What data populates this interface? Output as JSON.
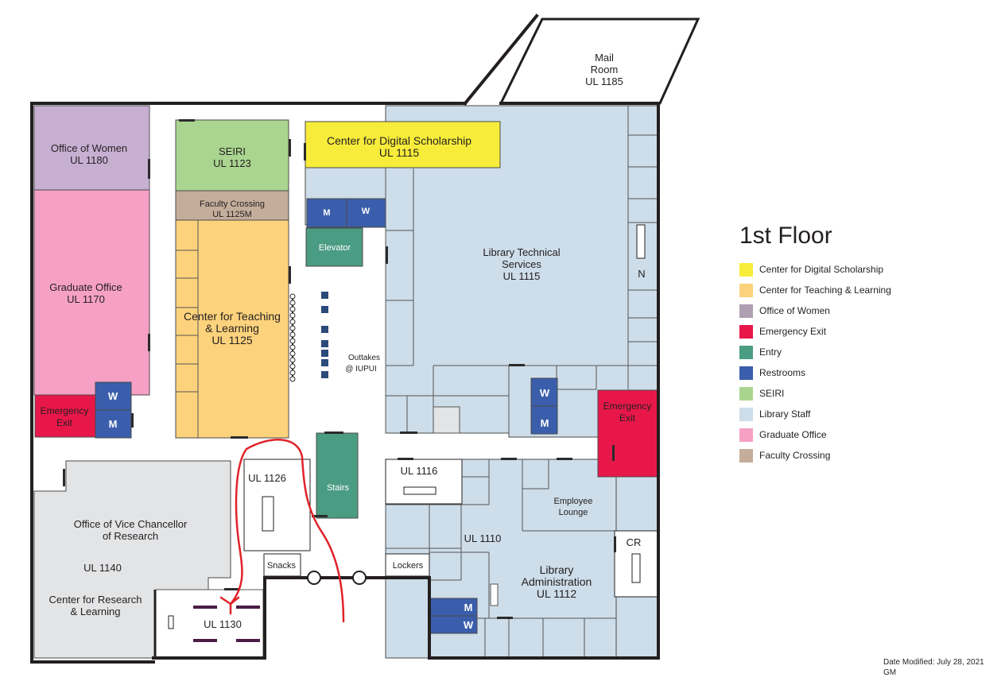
{
  "floor_title": "1st Floor",
  "colors": {
    "digital_scholarship": "#f7ec3a",
    "teaching_learning": "#fdd27c",
    "office_women": "#c7afd2",
    "emergency_exit": "#e8174a",
    "entry": "#4a9c82",
    "restrooms": "#3a5eab",
    "seiri": "#aad590",
    "library_staff": "#cddde9",
    "graduate_office": "#f5a0c4",
    "faculty_crossing": "#c4ad9b",
    "ocvr_gray": "#e3e4e5",
    "annotation_red": "#e0232a"
  },
  "legend": [
    {
      "label": "Center for Digital Scholarship",
      "color": "#f7ec3a"
    },
    {
      "label": "Center for Teaching & Learning",
      "color": "#fdd27c"
    },
    {
      "label": "Office of Women",
      "color": "#ae9fb2"
    },
    {
      "label": "Emergency Exit",
      "color": "#e8174a"
    },
    {
      "label": "Entry",
      "color": "#4a9c82"
    },
    {
      "label": "Restrooms",
      "color": "#3a5eab"
    },
    {
      "label": "SEIRI",
      "color": "#aad590"
    },
    {
      "label": "Library Staff",
      "color": "#cddde9"
    },
    {
      "label": "Graduate Office",
      "color": "#f5a0c4"
    },
    {
      "label": "Faculty Crossing",
      "color": "#c4ad9b"
    }
  ],
  "rooms": {
    "mail_room": [
      "Mail",
      "Room",
      "UL 1185"
    ],
    "office_women": [
      "Office of Women",
      "UL 1180"
    ],
    "seiri": [
      "SEIRI",
      "UL 1123"
    ],
    "faculty_crossing": [
      "Faculty Crossing",
      "UL 1125M"
    ],
    "digital_scholarship": [
      "Center for Digital Scholarship",
      "UL 1115"
    ],
    "graduate_office": [
      "Graduate Office",
      "UL 1170"
    ],
    "teaching_learning": [
      "Center for Teaching",
      "& Learning",
      "UL 1125"
    ],
    "library_tech": [
      "Library Technical",
      "Services",
      "UL 1115"
    ],
    "outtakes": [
      "Outtakes",
      "@ IUPUI"
    ],
    "emergency_exit_left": [
      "Emergency",
      "Exit"
    ],
    "emergency_exit_right": [
      "Emergency",
      "Exit"
    ],
    "ocvr": [
      "Office of Vice Chancellor",
      "of Research"
    ],
    "ul1140": "UL 1140",
    "research_learning": [
      "Center for Research",
      "& Learning"
    ],
    "ul1130": "UL 1130",
    "ul1126": "UL 1126",
    "stairs": "Stairs",
    "snacks": "Snacks",
    "lockers": "Lockers",
    "ul1116": "UL 1116",
    "ul1110": "UL 1110",
    "employee_lounge": [
      "Employee",
      "Lounge"
    ],
    "cr": "CR",
    "library_admin": [
      "Library",
      "Administration",
      "UL 1112"
    ],
    "elevator": "Elevator",
    "n_room": "N"
  },
  "restroom_labels": {
    "m": "M",
    "w": "W"
  },
  "footer": {
    "date_modified": "Date Modified: July 28, 2021",
    "initials": "GM"
  }
}
